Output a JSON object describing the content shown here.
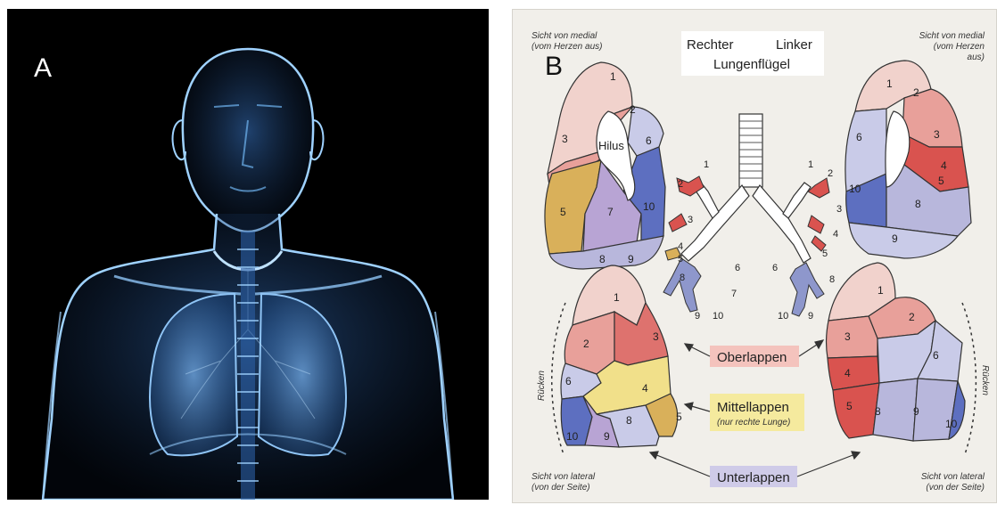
{
  "panel_a": {
    "label": "A"
  },
  "panel_b": {
    "label": "B",
    "title_left": "Rechter",
    "title_right": "Linker",
    "title_bottom": "Lungenflügel",
    "medial_tl_1": "Sicht von medial",
    "medial_tl_2": "(vom Herzen aus)",
    "medial_tr_1": "Sicht von medial",
    "medial_tr_2": "(vom Herzen",
    "medial_tr_3": "aus)",
    "lateral_bl_1": "Sicht von lateral",
    "lateral_bl_2": "(von der Seite)",
    "lateral_br_1": "Sicht von lateral",
    "lateral_br_2": "(von der Seite)",
    "hilus": "Hilus",
    "ruecken": "Rücken",
    "oberlappen": "Oberlappen",
    "mittellappen": "Mittellappen",
    "mittellappen_note": "(nur rechte Lunge)",
    "unterlappen": "Unterlappen",
    "segments": [
      "1",
      "2",
      "3",
      "4",
      "5",
      "6",
      "7",
      "8",
      "9",
      "10"
    ]
  },
  "colors": {
    "upper_lobe": "#e8a09a",
    "upper_lobe_dark": "#d9534f",
    "middle_lobe": "#f1e08a",
    "lower_lobe": "#b8b7dc",
    "lower_lobe_dark": "#5d6fc0",
    "label_box_upper": "#f4c3bd",
    "label_box_middle": "#f5ea9e",
    "label_box_lower": "#cfcbe8"
  }
}
